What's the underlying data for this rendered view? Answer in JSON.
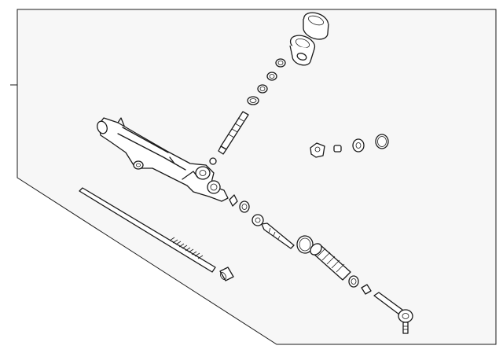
{
  "diagram": {
    "colors": {
      "page": "#ffffff",
      "panel": "#f7f7f7",
      "line": "#1a1a1a"
    },
    "parts": [
      {
        "name": "steering-rack-housing-part",
        "icon": "rack-housing"
      },
      {
        "name": "rack-bar-part",
        "icon": "rack-bar"
      },
      {
        "name": "rack-bushing-part",
        "icon": "bushing"
      },
      {
        "name": "pinion-shaft-part",
        "icon": "pinion-shaft"
      },
      {
        "name": "pinion-dust-seal-part",
        "icon": "seal"
      },
      {
        "name": "pinion-cap-part",
        "icon": "cap"
      },
      {
        "name": "adjuster-plug-part",
        "icon": "plug"
      },
      {
        "name": "o-ring-set-part",
        "icon": "o-rings"
      },
      {
        "name": "inner-tie-rod-part",
        "icon": "tie-rod"
      },
      {
        "name": "boot-clamp-part",
        "icon": "clamp"
      },
      {
        "name": "bellows-boot-part",
        "icon": "boot"
      },
      {
        "name": "jam-nut-part",
        "icon": "nut"
      },
      {
        "name": "outer-tie-rod-end-part",
        "icon": "tie-rod-end"
      },
      {
        "name": "rack-guide-set-part",
        "icon": "guide"
      }
    ]
  }
}
